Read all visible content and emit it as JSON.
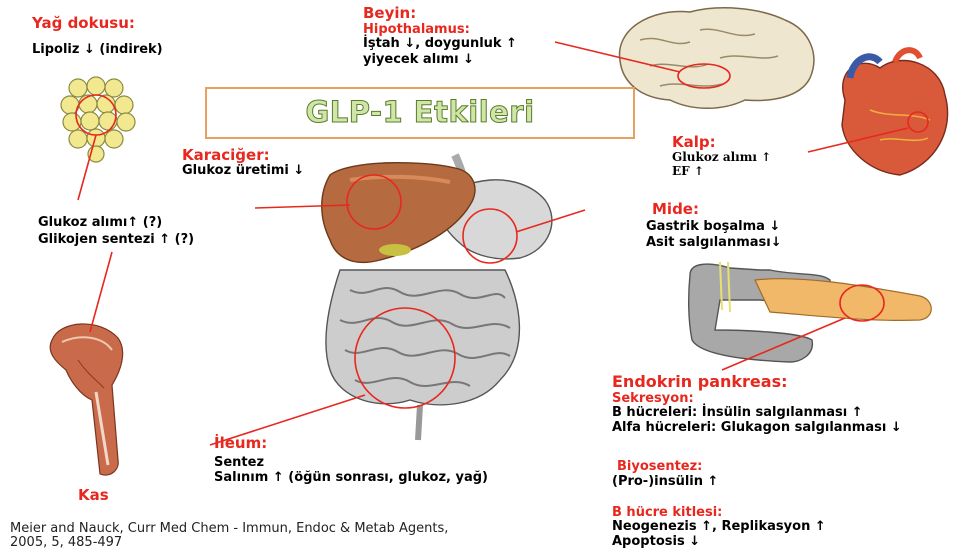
{
  "title": "GLP-1 Etkileri",
  "fat": {
    "heading": "Yağ dokusu:",
    "line1": "Lipoliz ↓ (indirek)"
  },
  "muscle": {
    "line1": "Glukoz alımı↑ (?)",
    "line2": "Glikojen sentezi ↑ (?)",
    "label": "Kas"
  },
  "brain": {
    "heading": "Beyin:",
    "sub": "Hipothalamus:",
    "line1": "İştah ↓, doygunluk ↑",
    "line2": "yiyecek alımı ↓"
  },
  "heart": {
    "heading": "Kalp:",
    "line1": "Glukoz alımı ↑",
    "line2": "EF ↑"
  },
  "liver": {
    "heading": "Karaciğer:",
    "line1": "Glukoz üretimi ↓"
  },
  "stomach": {
    "heading": "Mide:",
    "line1": "Gastrik boşalma ↓",
    "line2": "Asit salgılanması↓"
  },
  "pancreas": {
    "heading": "Endokrin pankreas:",
    "secretion": "Sekresyon:",
    "line1": "B hücreleri: İnsülin salgılanması ↑",
    "line2": "Alfa hücreleri: Glukagon salgılanması ↓",
    "biosynth": "Biyosentez:",
    "line3": "(Pro-)insülin ↑",
    "mass": "B hücre kitlesi:",
    "line4": "Neogenezis ↑, Replikasyon ↑",
    "line5": "Apoptosis ↓"
  },
  "ileum": {
    "heading": "İleum:",
    "line1": "Sentez",
    "line2": "Salınım ↑ (öğün sonrası, glukoz, yağ)"
  },
  "reference": {
    "line1": "Meier and Nauck, Curr Med Chem - Immun, Endoc & Metab Agents,",
    "line2": "2005, 5, 485-497"
  },
  "colors": {
    "accent_red": "#e8281e",
    "title_fill": "#cfe6a8",
    "title_stroke": "#5a7d2a",
    "box_border": "#e8a060"
  }
}
